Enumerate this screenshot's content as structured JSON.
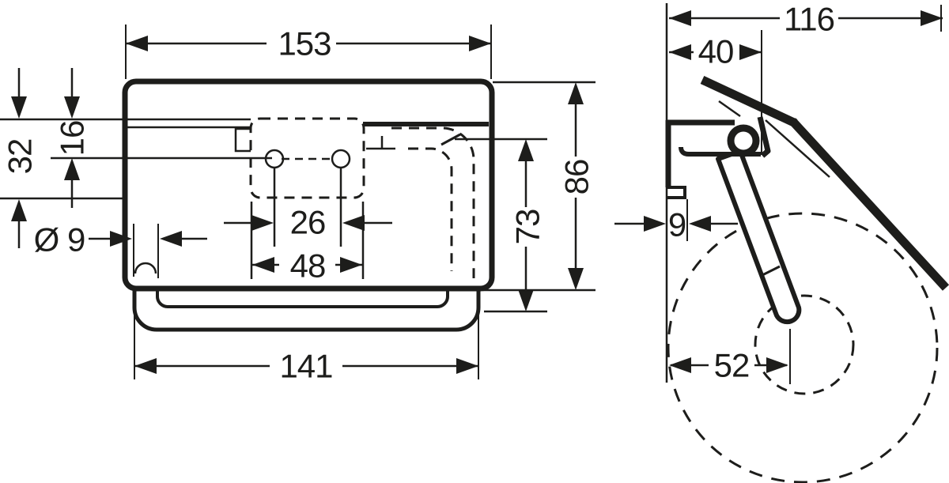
{
  "drawing": {
    "front_view": {
      "width_label": "153",
      "top_offset_label": "32",
      "cover_edge_label": "16",
      "hole_diameter_label": "Ø 9",
      "hole_spacing_label": "26",
      "plate_width_label": "48",
      "bar_length_label": "141",
      "inner_height_label": "73",
      "body_height_label": "86"
    },
    "side_view": {
      "depth_label": "116",
      "cover_depth_label": "40",
      "wall_gap_label": "9",
      "roll_center_label": "52"
    }
  }
}
